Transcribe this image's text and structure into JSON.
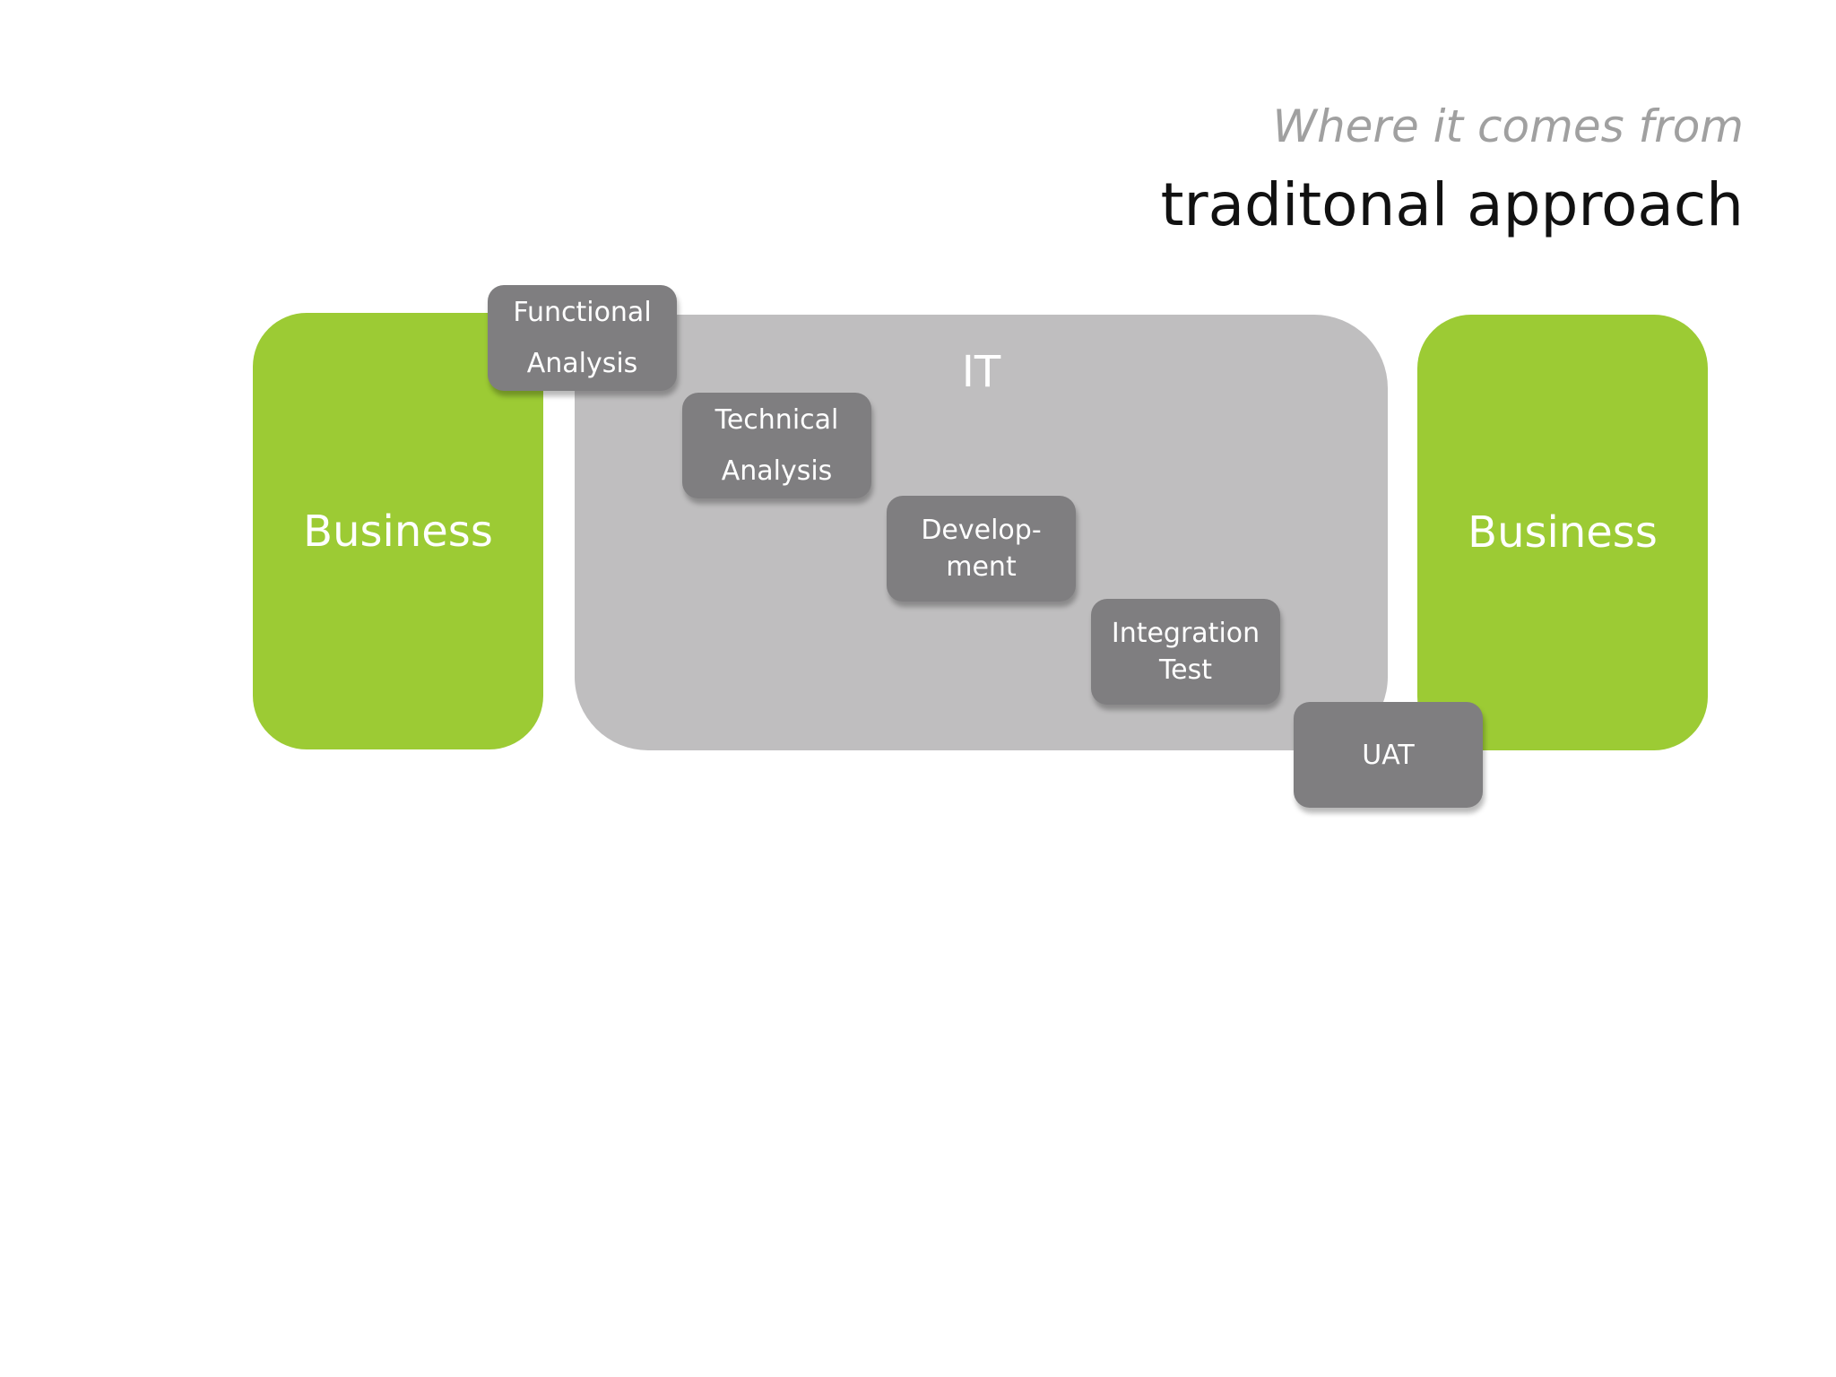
{
  "header": {
    "subtitle": "Where it comes from",
    "title": "traditonal approach"
  },
  "blocks": {
    "business_left": "Business",
    "it": "IT",
    "business_right": "Business"
  },
  "steps": [
    {
      "line1": "Functional",
      "line2": "Analysis"
    },
    {
      "line1": "Technical",
      "line2": "Analysis"
    },
    {
      "line1": "Develop-",
      "line2": "ment"
    },
    {
      "line1": "Integration",
      "line2": "Test"
    },
    {
      "line1": "UAT"
    }
  ],
  "colors": {
    "business_green": "#9ccb34",
    "it_gray": "#bfbebf",
    "step_gray": "#7f7e80"
  }
}
